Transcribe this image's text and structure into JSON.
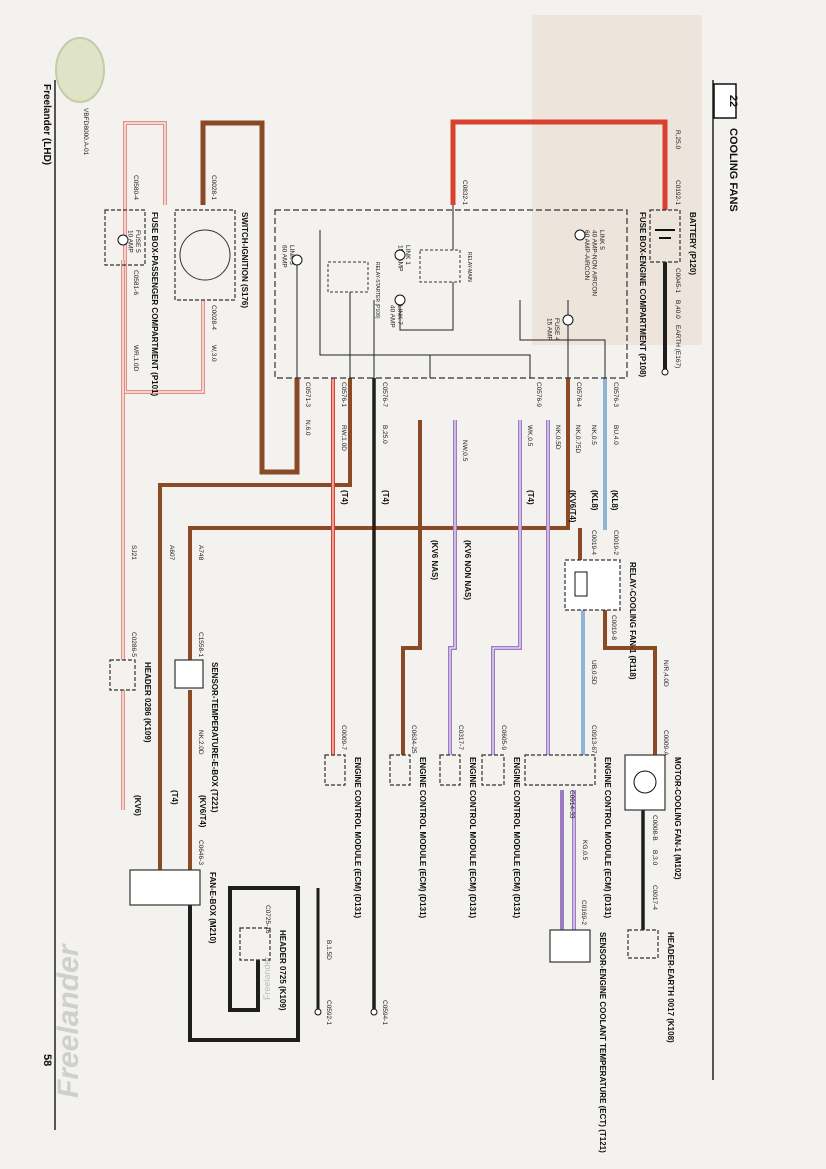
{
  "page": {
    "section_number": "22",
    "section_title": "COOLING FANS",
    "model": "Freelander (LHD)",
    "page_number": "58",
    "footer_brand": "Freelander",
    "footer_brand_small": "Freelander",
    "drawing_code": "VBFD8000.A-01"
  },
  "colors": {
    "red": "#d9412e",
    "brown": "#8a4a26",
    "black": "#1e1e1e",
    "purple": "#9d7bc2",
    "blue": "#8fb4d6",
    "pink": "#e48f86",
    "gray": "#555555"
  },
  "components": {
    "battery": "BATTERY (P120)",
    "earth_left": "EARTH (E167)",
    "fuse_box_engine": "FUSE BOX-ENGINE COMPARTMENT (P108)",
    "link5": "LINK 5\n40 AMP-NON AIRCON\n60 AMP-AIRCON",
    "fuse4": "FUSE 4\n15 AMP",
    "link1": "LINK 1\n150 AMP",
    "link7": "LINK 7\n40 AMP",
    "link3": "LINK 3\n60 AMP",
    "relay_main": "RELAY-MAIN",
    "relay_starter": "RELAY-STARTER (P108)",
    "switch_ignition": "SWITCH-IGNITION (S176)",
    "fuse_box_passenger": "FUSE BOX-PASSENGER COMPARTMENT (P101)",
    "fuse5": "FUSE 5\n10 AMP",
    "relay_cooling": "RELAY-COOLING FAN-1 (R118)",
    "motor_cooling": "MOTOR-COOLING FAN-1 (M102)",
    "header_earth": "HEADER-EARTH 0017 (K108)",
    "ecm1": "ENGINE CONTROL MODULE (ECM) (D131)",
    "ecm2": "ENGINE CONTROL MODULE (ECM) (D131)",
    "ecm3": "ENGINE CONTROL MODULE (ECM) (D131)",
    "ecm4": "ENGINE CONTROL MODULE (ECM) (D131)",
    "ecm5": "ENGINE CONTROL MODULE (ECM) (D131)",
    "sensor_coolant": "SENSOR-ENGINE COOLANT TEMPERATURE (ECT) (T121)",
    "sensor_ebox": "SENSOR-TEMPERATURE-E-BOX (T221)",
    "header_0286": "HEADER 0286 (K109)",
    "fan_ebox": "FAN-E-BOX (M210)",
    "header_0725": "HEADER 0725 (K109)"
  },
  "wire_labels": {
    "r250": "R,25.0",
    "b400": "B,40.0",
    "b30": "B,3.0",
    "bu40": "BU,4.0",
    "nk05": "NK,0.5",
    "nk075": "NK,0.75D",
    "nk05b": "NK,0.5D",
    "wk05": "WK,0.5",
    "nw05": "NW,0.5",
    "b250": "B,25.0",
    "rw10": "RW,1.0D",
    "n60": "N,6.0",
    "w30": "W,3.0",
    "wr10": "WR,1.0D",
    "nr40": "N/R,4.0D",
    "ub05": "UB,0.5D",
    "kg05": "KG,0.5",
    "nk20": "NK,2.0D",
    "b150": "B,1.5D",
    "a748": "A748",
    "a607": "A607",
    "sj21": "SJ21"
  },
  "variant_labels": {
    "kl8a": "(KL8)",
    "kl8b": "(KL8)",
    "kv6t4": "(KV6/T4)",
    "t4a": "(T4)",
    "t4b": "(T4)",
    "t4c": "(T4)",
    "t4d": "(T4)",
    "kv6nas": "(KV6 NAS)",
    "kv6non": "(KV6 NON NAS)",
    "kv6": "(KV6)",
    "kv6t4b": "(KV6/T4)"
  },
  "connectors": {
    "c0192": "C0192-1",
    "c0045": "C0045-1",
    "c0832": "C0832-1",
    "c0576a": "C0576-3",
    "c0576b": "C0576-4",
    "c0576c": "C0576-9",
    "c0576d": "C0576-7",
    "c0576e": "C0576-1",
    "c0571": "C0571-3",
    "c0028a": "C0028-1",
    "c0028b": "C0028-4",
    "c0580": "C0580-4",
    "c0581": "C0581-6",
    "c0019a": "C0019-2",
    "c0019b": "C0019-4",
    "c0019c": "C0019-8",
    "c0009": "C0009-A",
    "c0008": "C0008-B",
    "c0017": "C0017-4",
    "c0913": "C0913-67",
    "c0914": "C0914-33",
    "c0169": "C0169-2",
    "c0634": "C0634-25",
    "c0317": "C0317-7",
    "c0605": "C0605-9",
    "c0009b": "C0009-7",
    "c1558": "C1558-1",
    "c0286": "C0286-5",
    "c0646": "C0646-3",
    "c0725": "C0725-16",
    "c0592": "C0592-1",
    "c0594": "C0594-1"
  }
}
